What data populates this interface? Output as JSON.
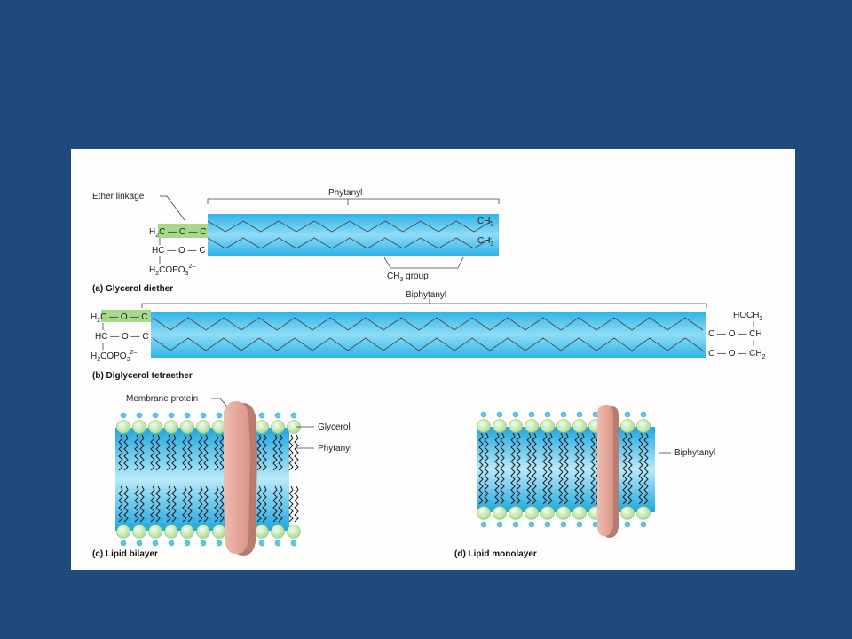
{
  "labels": {
    "ether_linkage": "Ether linkage",
    "phytanyl": "Phytanyl",
    "ch3": "CH",
    "ch3_sub": "3",
    "ch3_group": "CH",
    "ch3_group_sub": "3",
    "ch3_group_tail": " group",
    "biphytanyl": "Biphytanyl",
    "membrane_protein": "Membrane protein",
    "glycerol": "Glycerol",
    "phytanyl_c": "Phytanyl",
    "biphytanyl_d": "Biphytanyl"
  },
  "captions": {
    "a": "(a) Glycerol diether",
    "b": "(b) Diglycerol tetraether",
    "c": "(c) Lipid bilayer",
    "d": "(d) Lipid monolayer"
  },
  "chem_a": {
    "row1_pre": "H",
    "row1_sub": "2",
    "row1_rest": "C — O — C",
    "row2": "HC — O — C",
    "row3_pre": "H",
    "row3_sub": "2",
    "row3_mid": "COPO",
    "row3_sub2": "3",
    "row3_sup": "2–"
  },
  "chem_b_left": {
    "row1_pre": "H",
    "row1_sub": "2",
    "row1_rest": "C — O — C",
    "row2": "HC — O — C",
    "row3_pre": "H",
    "row3_sub": "2",
    "row3_mid": "COPO",
    "row3_sub2": "3",
    "row3_sup": "2–"
  },
  "chem_b_right": {
    "top": "HOCH",
    "top_sub": "2",
    "row2": "C — O — CH",
    "row3": "C — O — CH",
    "row3_sub": "2"
  },
  "colors": {
    "background": "#1f4a7c",
    "chain_blue": "#4cc4ee",
    "highlight_green": "#a6d98a",
    "glycerol_bead": "#c8ecb0",
    "phosphate_dot": "#5cc8ea",
    "protein": "#e2a89c"
  }
}
